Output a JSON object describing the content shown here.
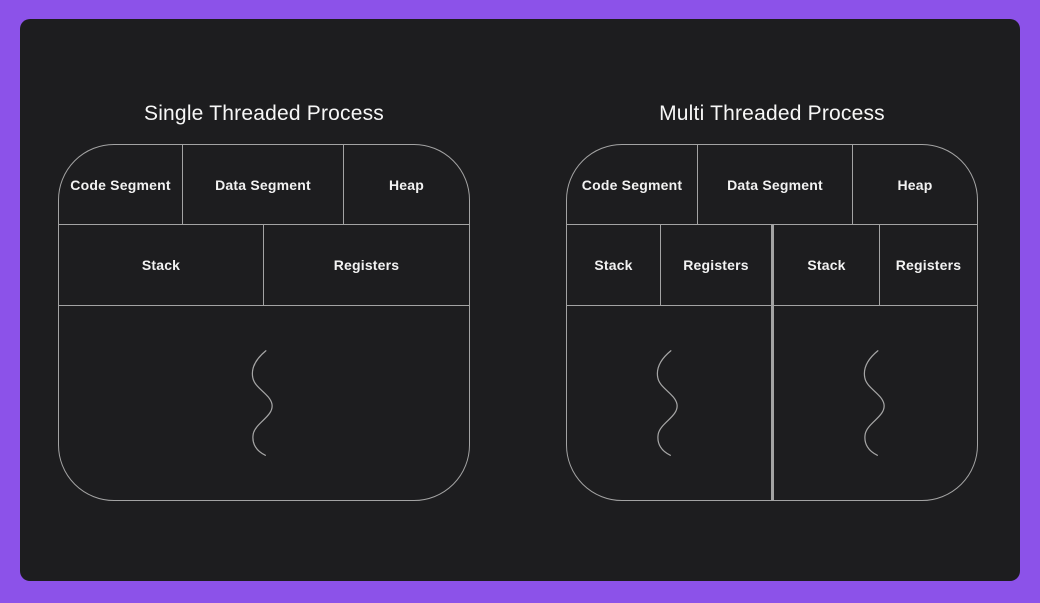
{
  "colors": {
    "frame": "#8c52e9",
    "panel_background": "#1d1d1f",
    "line": "#a3a3a3",
    "text": "#f2f2f2"
  },
  "diagrams": [
    {
      "title": "Single Threaded Process",
      "segments": [
        "Code Segment",
        "Data Segment",
        "Heap"
      ],
      "threads": [
        {
          "stack": "Stack",
          "registers": "Registers"
        }
      ]
    },
    {
      "title": "Multi Threaded Process",
      "segments": [
        "Code Segment",
        "Data Segment",
        "Heap"
      ],
      "threads": [
        {
          "stack": "Stack",
          "registers": "Registers"
        },
        {
          "stack": "Stack",
          "registers": "Registers"
        }
      ]
    }
  ]
}
